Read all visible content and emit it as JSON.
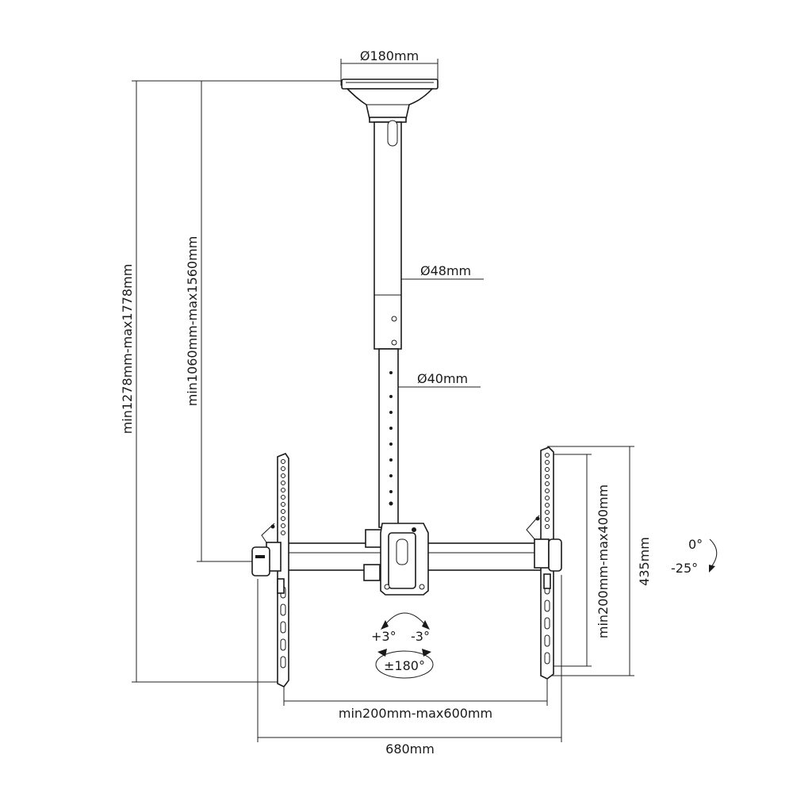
{
  "dimensions": {
    "base_plate": "Ø180mm",
    "upper_tube": "Ø48mm",
    "lower_tube": "Ø40mm",
    "total_height": "min1278mm-max1778mm",
    "pole_height": "min1060mm-max1560mm",
    "vesa_vertical": "min200mm-max400mm",
    "bracket_height": "435mm",
    "vesa_horizontal": "min200mm-max600mm",
    "overall_width": "680mm"
  },
  "angles": {
    "tilt_up": "0°",
    "tilt_down": "-25°",
    "level_plus": "+3°",
    "level_minus": "-3°",
    "swivel": "±180°"
  },
  "colors": {
    "line": "#1a1a1a",
    "background": "#ffffff"
  }
}
